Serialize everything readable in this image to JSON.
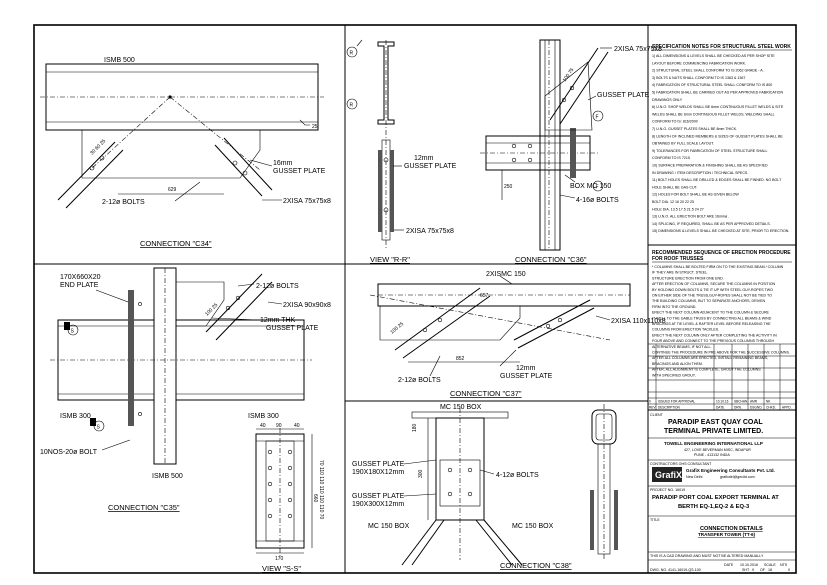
{
  "c34": {
    "beam": "ISMB 500",
    "gusset": "16mm\nGUSSET PLATE",
    "bolts": "2-12ø BOLTS",
    "angle": "2XISA 75x75x8",
    "dim": "629",
    "dim_25": "25",
    "caption": "CONNECTION \"C34\""
  },
  "vrr": {
    "marker": "R",
    "gusset": "12mm\nGUSSET PLATE",
    "angle": "2XISA 75x75x8",
    "caption": "VIEW \"R-R\""
  },
  "c36": {
    "angle": "2XISA 75x75x8",
    "gusset": "GUSSET PLATE",
    "marker": "F",
    "box": "BOX MC 150",
    "bolts": "4-16ø BOLTS",
    "dim": "250",
    "caption": "CONNECTION \"C36\""
  },
  "spec": {
    "title": "SPECIFICATION NOTES FOR STRUCTURAL STEEL WORK",
    "lines": [
      "1) ALL DIMENSIONS & LEVELS SHALL BE CHECKED AS PER SHOP SITE",
      "   LAYOUT BEFORE COMMENCING FABRICATION WORK.",
      "2) STRUCTURAL STEEL SHALL CONFORM TO IS 2062 GRADE - A.",
      "3) BOLTS & NUTS SHALL CONFORM TO IS 1363 & 1367",
      "4) FABRICATION OF STRUCTURAL STEEL SHALL CONFORM TO IS 800",
      "5) FABRICATION SHALL BE CARRIED OUT AS PER APPROVED FABRICATION",
      "   DRAWINGS ONLY",
      "6) U.N.O. SHOP WELDS SHALL BE 6mm CONTINUOUS FILLET WELDS & SITE",
      "   WELDS SHALL BE 6mm CONTINUOUS FILLET WELDS. WELDING SHALL",
      "   CONFORM TO IS: 816/2000",
      "7) U.N.O. GUSSET PLATES SHALL BE 8mm THICK.",
      "8) LENGTH OF INCLINED MEMBERS & SIZES OF GUSSET PLATES SHALL BE",
      "   OBTAINED BY FULL SCALE LAYOUT.",
      "9) TOLERANCES FOR FABRICATION OF STEEL STRUCTURE SHALL",
      "   CONFORM TO IS 7215",
      "10) SURFACE PREPARATION & FINISHING SHALL BE AS SPECIFIED",
      "    IN DRAWING / ITEM DESCRIPTION / TECHNICAL SPECS.",
      "11) BOLT HOLES SHALL BE DRILLED & EDGES SHALL BE FINNED. NO BOLT",
      "    HOLE SHALL BE GAS CUT.",
      "12) HOLES FOR BOLT SHALL BE AS GIVEN BELOW",
      "             BOLT DIA. 12   16   20   22   25",
      "             HOLE DIA. 13.5  17.5  21.5  24   27",
      "13) U.N.O. ALL ERECTION BOLT ARE 16mmø .",
      "14) SPLICING, IF REQUIRED, SHALL BE AS PER APPROVED DETAILS.",
      "15) DIMENSIONS & LEVELS SHALL BE CHECKED AT SITE, PRIOR TO ERECTION."
    ]
  },
  "erect": {
    "title1": "RECOMMENDED SEQUENCE OF ERECTION PROCEDURE",
    "title2": "FOR ROOF TRUSSES",
    "lines": [
      "* COLUMNS SHALL BE BOLTED FIRM ON TO THE EXISTING BEAM / COLUMN",
      "  IF THEY ARE IN STRUCT. STEEL.",
      "  STRUCTURE ERECTION FROM ONE END.",
      "  AFTER ERECTION OF COLUMNS, SECURE THE COLUMNS IN POSITION",
      "  BY HOLDING DOWN BOLTS & TIE IT UP WITH STEEL GUY-ROPES TWO",
      "  ON EITHER SIDE OF THE TRUSS,GUY-ROPES SHALL NOT BE TIED TO",
      "  THE BUILDING COLUMNS, BUT TO SEPARATE ANCHORS, DRIVEN",
      "  FIRM INTO THE GROUND.",
      "  ERECT THE NEXT COLUMN ADJACENT TO THE COLUMN & SECURE",
      "  IT WELL TO THE GABLE TRUSS BY CONNECTING ALL BEAMS & WIND",
      "  BRACINGS AT TIE LEVEL & RAFTER LEVEL BEFORE RELEASING THE",
      "  COLUMNS FROM ERECTION TACKLES.",
      "  ERECT THE NEXT COLUMN ONLY AFTER COMPLETING THE ACTIVITY IN",
      "  FOUR ABOVE AND CONNECT TO THE PREVIOUS COLUMNS THROUGH",
      "  ALTERNATIVE BEAMS, IF NOT ALL.",
      "  CONTINUE THE PROCEDURE IN PRE ABOVE FOR THE SUCCESSIVE COLUMNS.",
      "  AFTER ALL COLUMNS ARE ERECTED, INSTALL REMAINING BEAMS,",
      "  BRACINGS AND ALIGN THEM.",
      "  AFTER, ALL ALIGNMENT IS COMPLETE, GROUT THE COLUMNS",
      "  WITH SPECIFIED GROUT."
    ]
  },
  "c35": {
    "end_plate": "170X660X20\nEND PLATE",
    "marker": "S",
    "bolts": "2-12ø BOLTS",
    "angle": "2XISA 90x90x8",
    "gusset": "12mm THK\nGUSSET PLATE",
    "beam_l": "ISMB 300",
    "beam_r": "ISMB 300",
    "col": "ISMB 500",
    "nos_bolt": "10NOS-20ø BOLT",
    "dim_100": "100",
    "caption": "CONNECTION \"C35\""
  },
  "vss": {
    "dims_top": [
      "40",
      "90",
      "40"
    ],
    "dim_w": "170",
    "dim_side": "660",
    "caption": "VIEW \"S-S\""
  },
  "c37": {
    "rafter": "2XISMC 150",
    "angle": "2XISA 110x110x8",
    "dim": "852",
    "bolts": "2-12ø BOLTS",
    "gusset": "12mm\nGUSSET PLATE",
    "caption": "CONNECTION \"C37\""
  },
  "c38": {
    "box_top": "MC 150 BOX",
    "gusset1": "GUSSET PLATE\n190X180X12mm",
    "gusset2": "GUSSET PLATE\n190X300X12mm",
    "bolts": "4-12ø BOLTS",
    "box_l": "MC 150 BOX",
    "box_r": "MC 150 BOX",
    "dim_300": "300",
    "dim_180": "180",
    "caption": "CONNECTION \"C38\""
  },
  "title_block": {
    "rev_row": [
      "0",
      "ISSUED FOR APPROVAL",
      "10.10.16",
      "SBCHAN",
      "AMR",
      "NK"
    ],
    "rev_head": [
      "REV",
      "DESCRIPTION",
      "DATE",
      "DRN.",
      "DSGND.",
      "CHKD.",
      "APPD."
    ],
    "client_label": "CLIENT",
    "client": "PARADIP EAST QUAY COAL\nTERMINAL PRIVATE LIMITED.",
    "contractor": "TOWELL ENGINEERING INTERNATIONAL LLP",
    "contractor_addr": "427, LOVE BEVERMAN MISC, INDAPUR\nPUNE - 413132 INDIA",
    "consultant_label": "CONTRACTORS OHS CONSULTANT",
    "logo": "GrafiX",
    "consultant": "GrafiX Engineering Consultants Pvt. Ltd.",
    "consultant_city": "New Delhi",
    "consultant_mail": "grafixdel@gecitd.com",
    "project_label": "PROJECT NO. 16019",
    "project": "PARADIP PORT COAL EXPORT TERMINAL AT\nBERTH EQ-1,EQ-2 & EQ-3",
    "title_label": "TITLE",
    "title": "CONNECTION DETAILS",
    "subtitle": "TRANSFER TOWER (TT-6)",
    "note": "THIS IS A CAD DRAWING AND MUST NOT BE ALTERED MANUALLY",
    "dwg_label": "DWG. NO.",
    "dwg_no": "4141-16019-QS-100",
    "sht": "SHT",
    "sht_no": "9",
    "of": "OF",
    "of_no": "18",
    "rev_no": "0",
    "date_label": "DATE",
    "date": "10.10.2016",
    "scale_label": "SCALE",
    "scale": "NTS"
  }
}
